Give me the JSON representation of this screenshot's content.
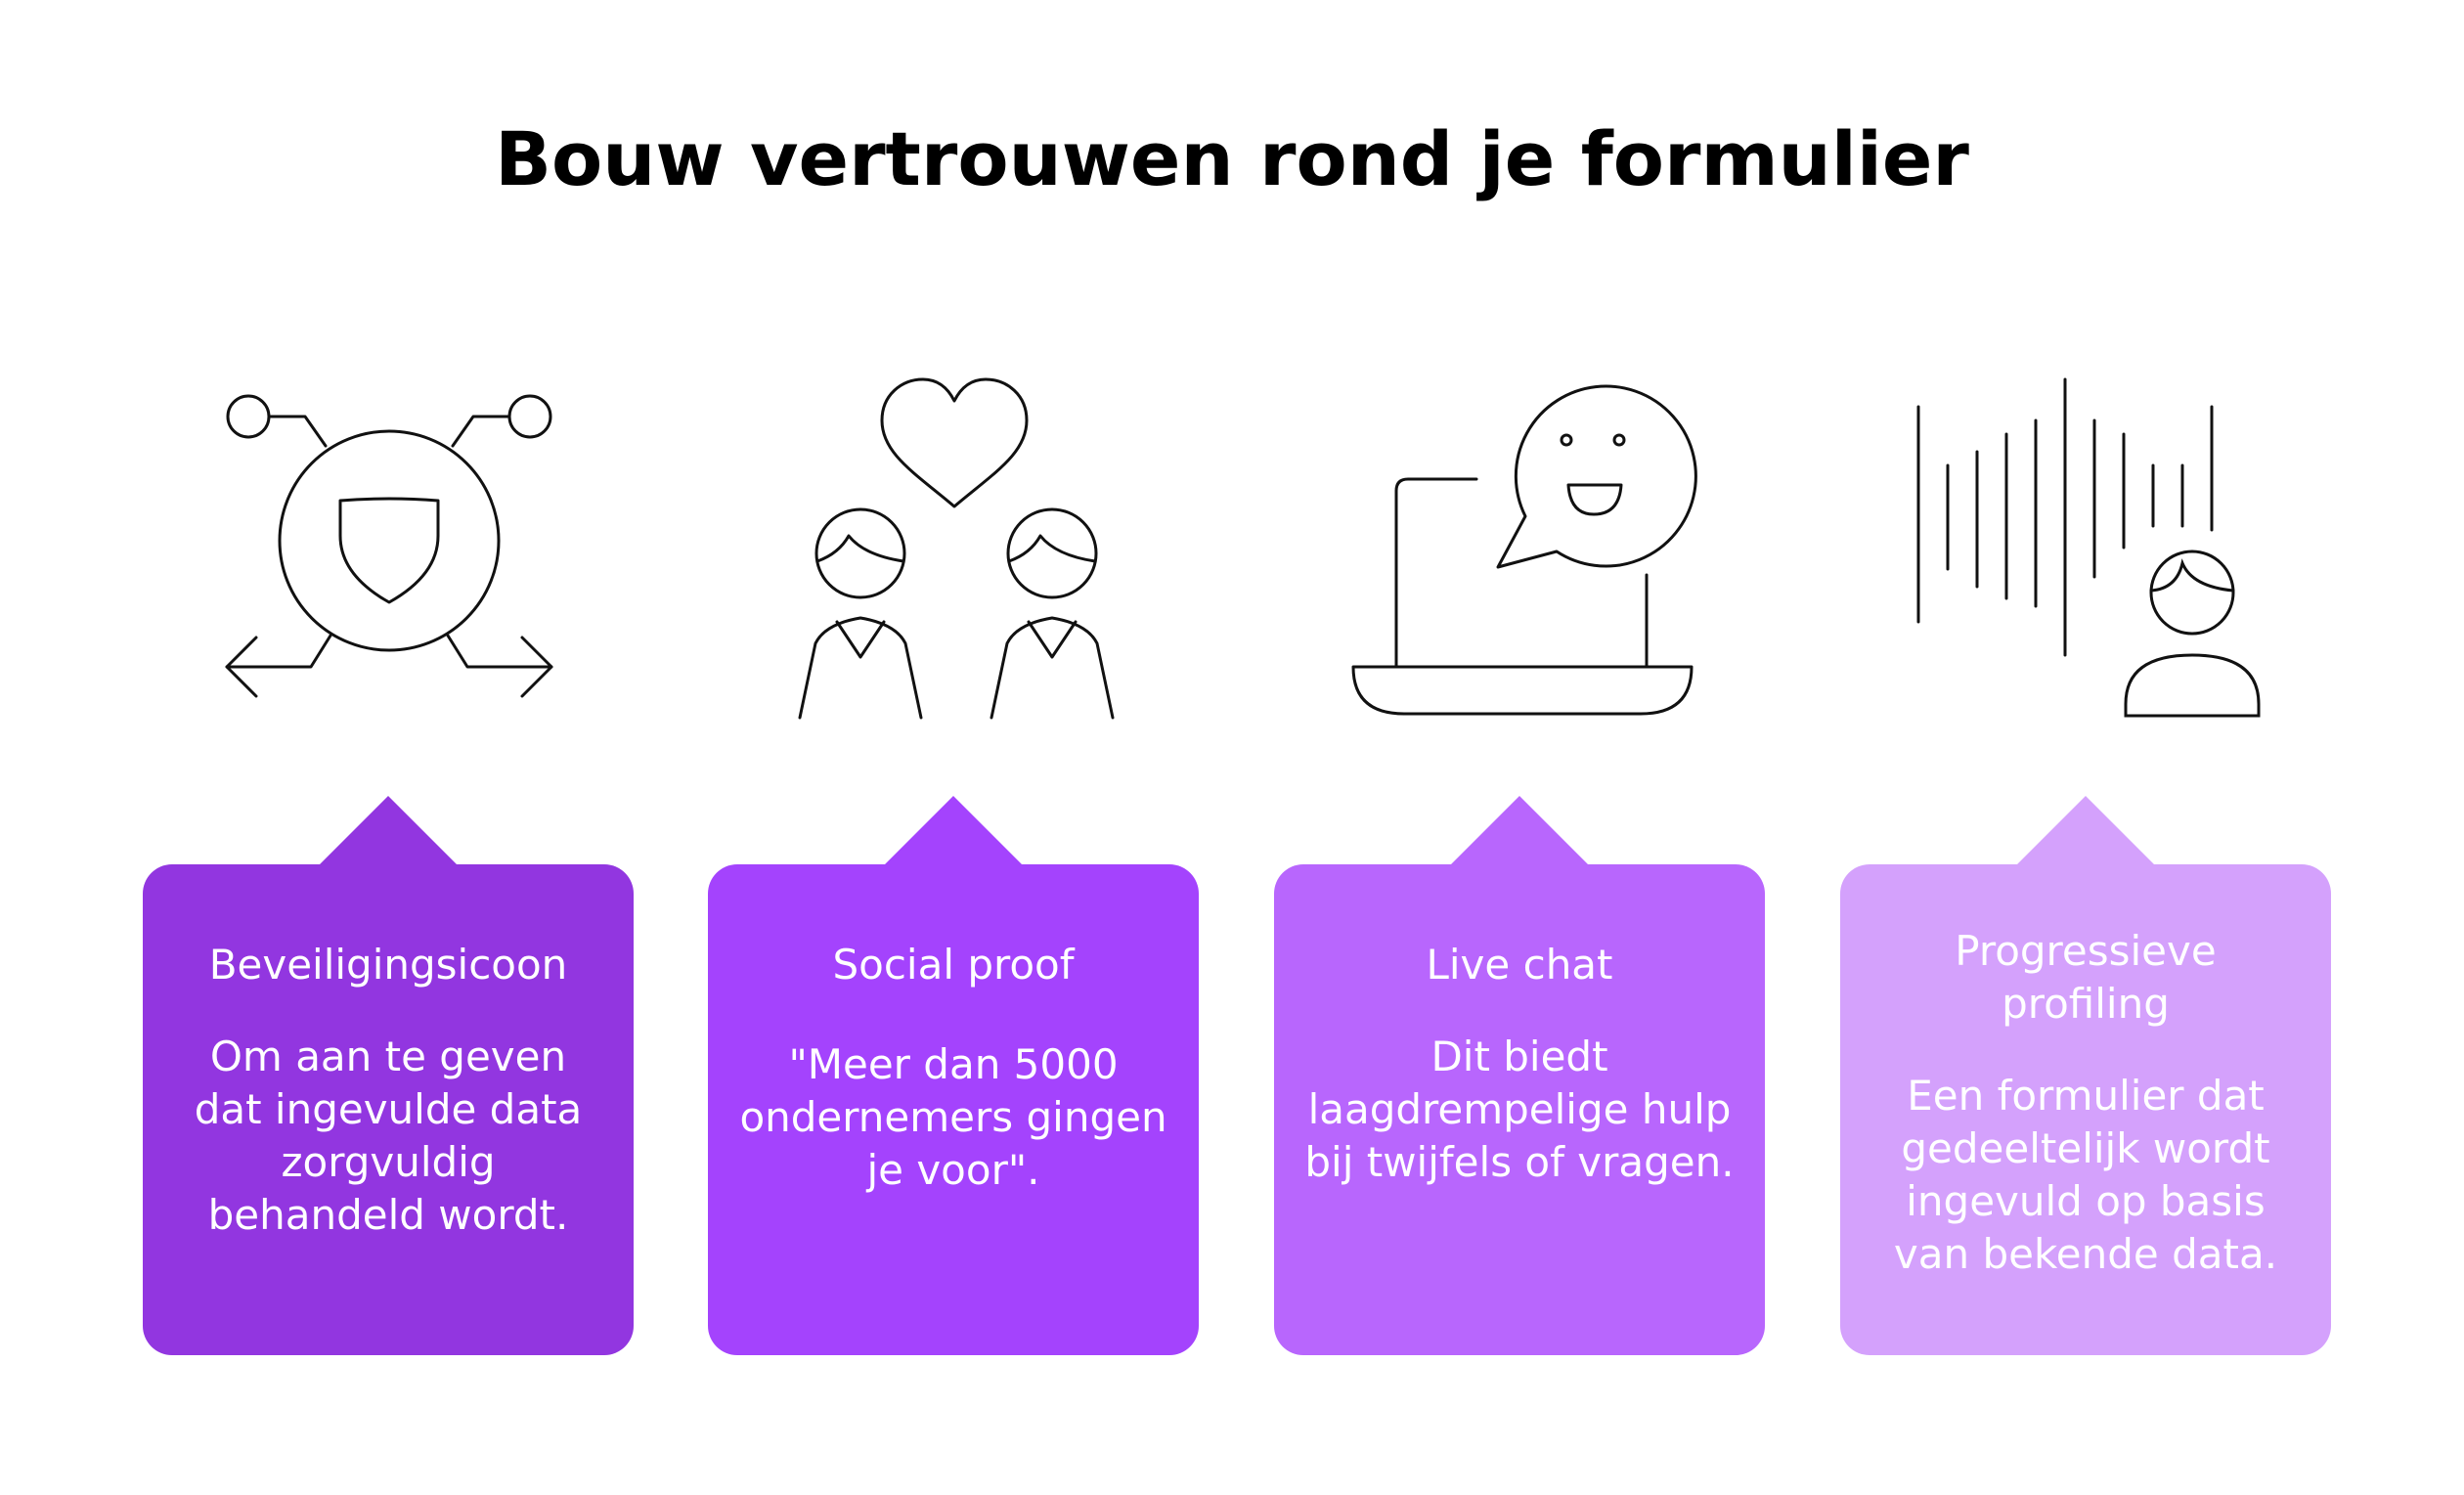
{
  "title": "Bouw vertrouwen rond je formulier",
  "cards": [
    {
      "title": "Beveiligingsicoon",
      "text": "Om aan te geven dat ingevulde data zorgvuldig behandeld wordt.",
      "color": "#9236e0",
      "icon": "shield-network-icon"
    },
    {
      "title": "Social proof",
      "text": "\"Meer dan 5000 ondernemers gingen je voor\".",
      "color": "#a443fd",
      "icon": "people-heart-icon"
    },
    {
      "title": "Live chat",
      "text": "Dit biedt laagdrempelige hulp bij twijfels of vragen.",
      "color": "#b866fd",
      "icon": "laptop-chat-icon"
    },
    {
      "title": "Progressieve profiling",
      "text": "Een formulier dat gedeeltelijk wordt ingevuld op basis van bekende data.",
      "color": "#d4a1fc",
      "icon": "person-data-icon"
    }
  ]
}
